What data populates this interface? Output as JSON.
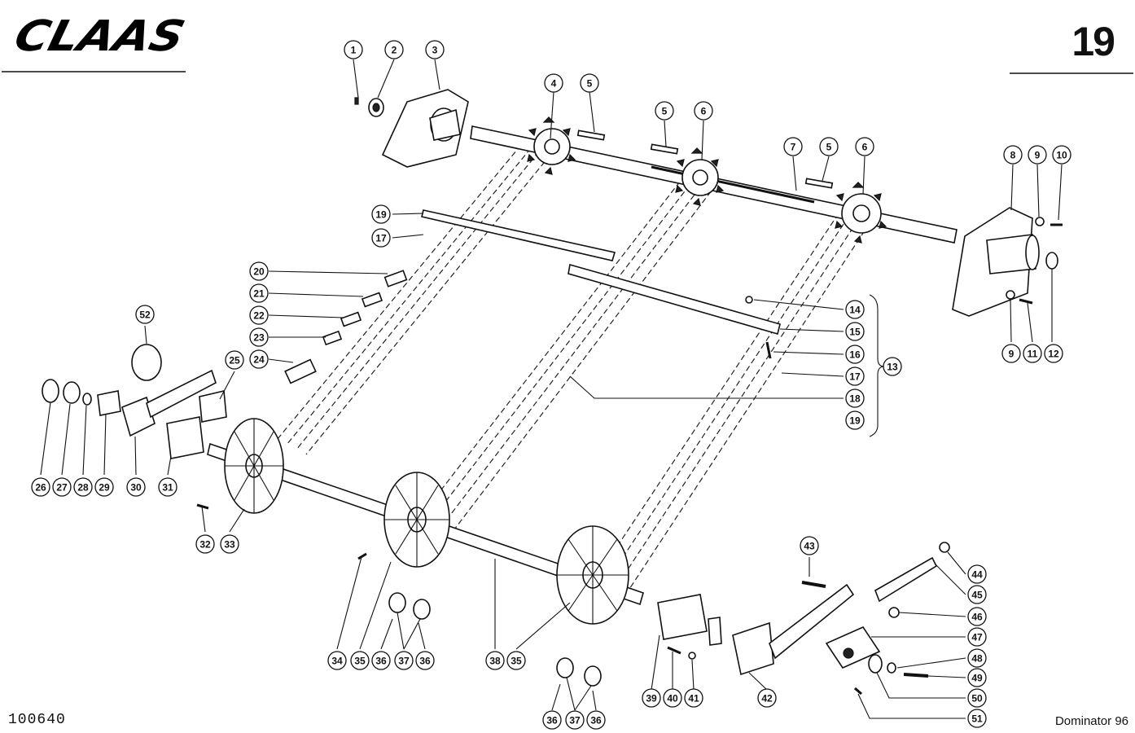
{
  "header": {
    "brand": "CLAAS",
    "page_number": "19"
  },
  "footer": {
    "document_code": "100640",
    "model": "Dominator 96"
  },
  "part_numbers": [
    "1",
    "2",
    "3",
    "4",
    "5",
    "5",
    "6",
    "7",
    "5",
    "6",
    "8",
    "9",
    "10",
    "19",
    "17",
    "20",
    "21",
    "22",
    "23",
    "24",
    "14",
    "15",
    "16",
    "17",
    "18",
    "19",
    "13",
    "9",
    "11",
    "12",
    "52",
    "25",
    "26",
    "27",
    "28",
    "29",
    "30",
    "31",
    "32",
    "33",
    "34",
    "35",
    "36",
    "37",
    "36",
    "38",
    "35",
    "43",
    "44",
    "45",
    "46",
    "47",
    "48",
    "49",
    "50",
    "51",
    "39",
    "40",
    "41",
    "42",
    "36",
    "37",
    "36"
  ]
}
